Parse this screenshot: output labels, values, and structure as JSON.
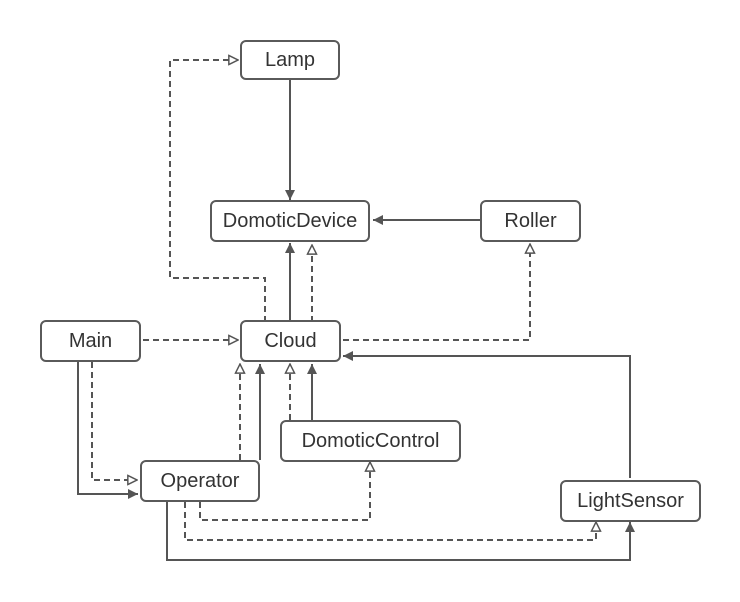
{
  "nodes": {
    "lamp": "Lamp",
    "domotic_device": "DomoticDevice",
    "roller": "Roller",
    "main": "Main",
    "cloud": "Cloud",
    "domotic_control": "DomoticControl",
    "operator": "Operator",
    "light_sensor": "LightSensor"
  },
  "edges": [
    {
      "from": "Lamp",
      "to": "DomoticDevice",
      "style": "solid"
    },
    {
      "from": "Roller",
      "to": "DomoticDevice",
      "style": "solid"
    },
    {
      "from": "Cloud",
      "to": "DomoticDevice",
      "style": "solid"
    },
    {
      "from": "Cloud",
      "to": "DomoticDevice",
      "style": "dashed"
    },
    {
      "from": "Cloud",
      "to": "Lamp",
      "style": "dashed"
    },
    {
      "from": "Cloud",
      "to": "Roller",
      "style": "dashed"
    },
    {
      "from": "Main",
      "to": "Cloud",
      "style": "dashed"
    },
    {
      "from": "Main",
      "to": "Operator",
      "style": "solid"
    },
    {
      "from": "Main",
      "to": "Operator",
      "style": "dashed"
    },
    {
      "from": "Operator",
      "to": "Cloud",
      "style": "solid"
    },
    {
      "from": "Operator",
      "to": "Cloud",
      "style": "dashed"
    },
    {
      "from": "DomoticControl",
      "to": "Cloud",
      "style": "solid"
    },
    {
      "from": "DomoticControl",
      "to": "Cloud",
      "style": "dashed"
    },
    {
      "from": "LightSensor",
      "to": "Cloud",
      "style": "solid"
    },
    {
      "from": "Operator",
      "to": "DomoticControl",
      "style": "dashed"
    },
    {
      "from": "Operator",
      "to": "LightSensor",
      "style": "dashed"
    },
    {
      "from": "Operator",
      "to": "LightSensor",
      "style": "solid"
    }
  ]
}
